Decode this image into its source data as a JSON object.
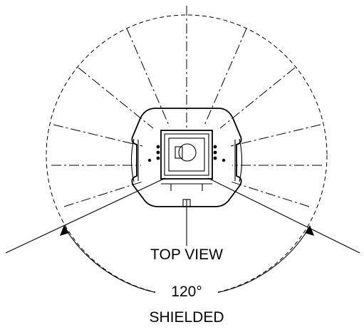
{
  "labels": {
    "view": "TOP VIEW",
    "angle": "120°",
    "shield": "SHIELDED"
  },
  "colors": {
    "line": "#000000",
    "background": "#ffffff"
  }
}
